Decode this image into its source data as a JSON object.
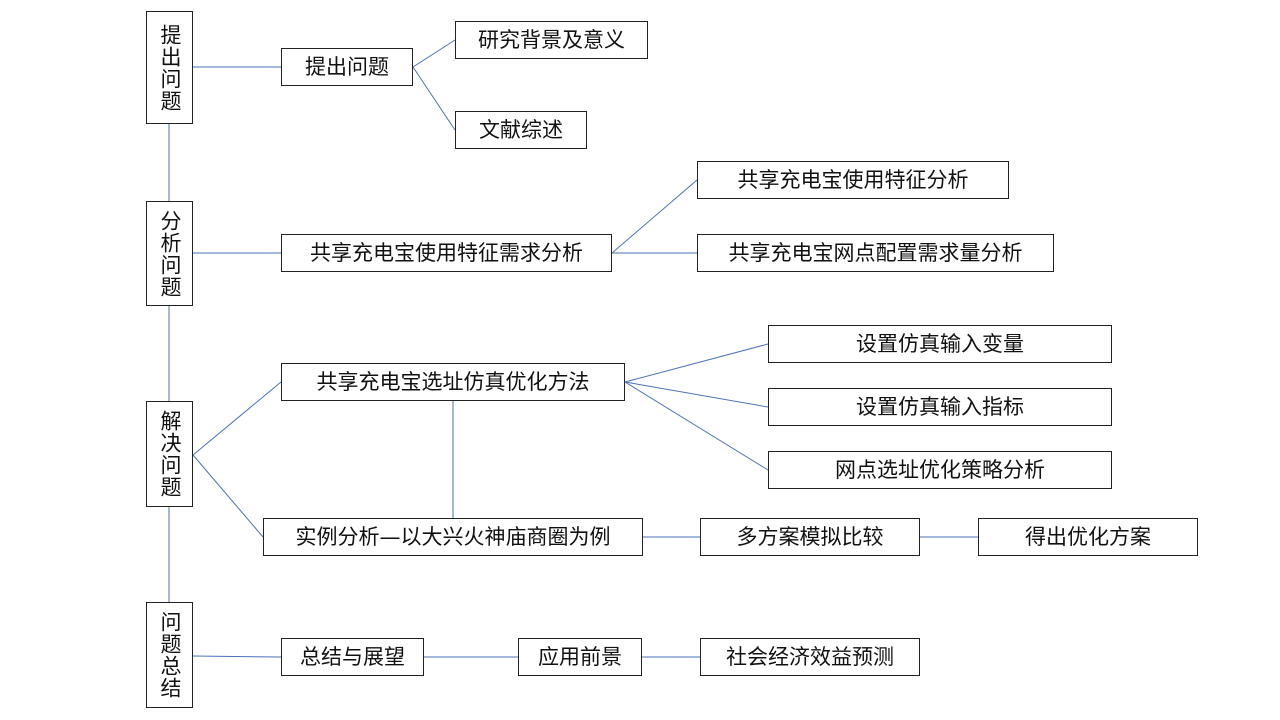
{
  "diagram": {
    "line_color": "#4a72b8",
    "stages": [
      {
        "id": "s1",
        "label": "提出问题"
      },
      {
        "id": "s2",
        "label": "分析问题"
      },
      {
        "id": "s3",
        "label": "解决问题"
      },
      {
        "id": "s4",
        "label": "问题总结"
      }
    ],
    "nodes": [
      {
        "id": "n1",
        "label": "提出问题"
      },
      {
        "id": "n2",
        "label": "研究背景及意义"
      },
      {
        "id": "n3",
        "label": "文献综述"
      },
      {
        "id": "n4",
        "label": "共享充电宝使用特征需求分析"
      },
      {
        "id": "n5",
        "label": "共享充电宝使用特征分析"
      },
      {
        "id": "n6",
        "label": "共享充电宝网点配置需求量分析"
      },
      {
        "id": "n7",
        "label": "共享充电宝选址仿真优化方法"
      },
      {
        "id": "n8",
        "label": "设置仿真输入变量"
      },
      {
        "id": "n9",
        "label": "设置仿真输入指标"
      },
      {
        "id": "n10",
        "label": "网点选址优化策略分析"
      },
      {
        "id": "n11",
        "label": "实例分析—以大兴火神庙商圈为例"
      },
      {
        "id": "n12",
        "label": "多方案模拟比较"
      },
      {
        "id": "n13",
        "label": "得出优化方案"
      },
      {
        "id": "n14",
        "label": "总结与展望"
      },
      {
        "id": "n15",
        "label": "应用前景"
      },
      {
        "id": "n16",
        "label": "社会经济效益预测"
      }
    ]
  }
}
